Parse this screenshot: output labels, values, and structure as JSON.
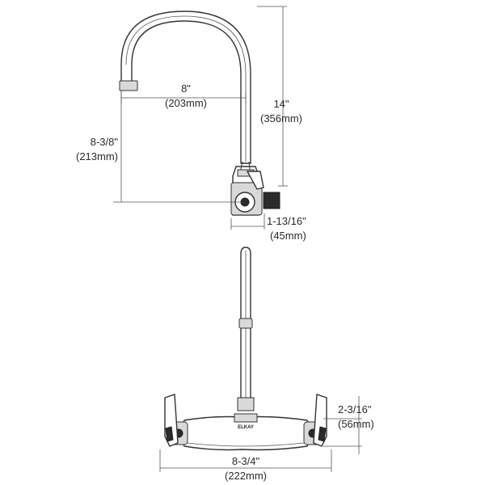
{
  "side_view": {
    "reach": {
      "imperial": "8\"",
      "metric": "(203mm)"
    },
    "height": {
      "imperial": "14\"",
      "metric": "(356mm)"
    },
    "spout_outlet_height": {
      "imperial": "8-3/8\"",
      "metric": "(213mm)"
    },
    "body_depth": {
      "imperial": "1-13/16\"",
      "metric": "(45mm)"
    }
  },
  "front_view": {
    "logo": "ELKAY",
    "body_height": {
      "imperial": "2-3/16\"",
      "metric": "(56mm)"
    },
    "centers": {
      "imperial": "8-3/4\"",
      "metric": "(222mm)"
    }
  }
}
